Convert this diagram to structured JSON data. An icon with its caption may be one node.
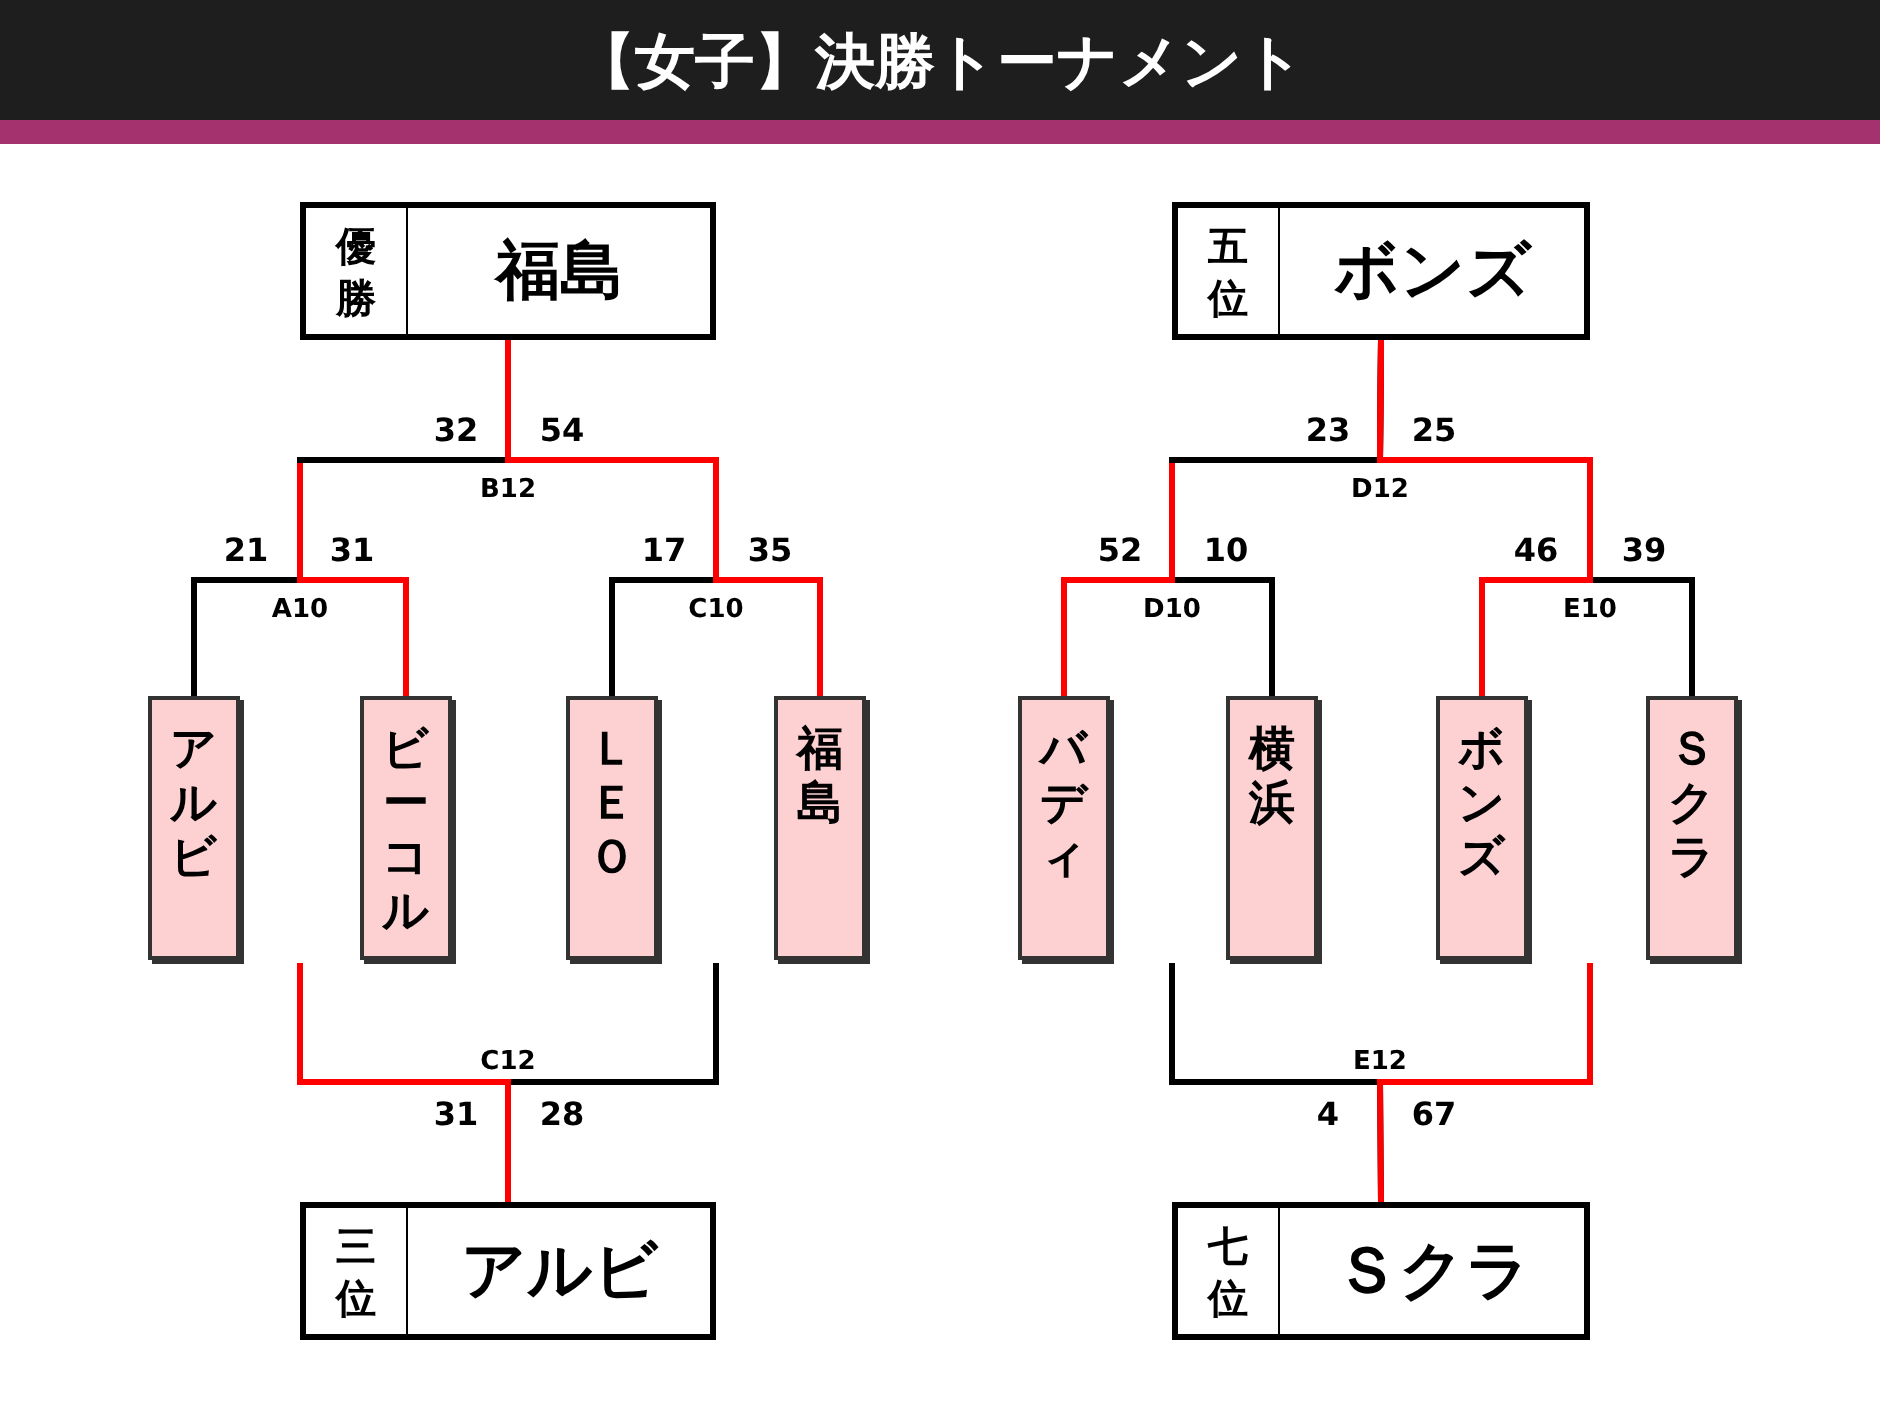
{
  "diagram": {
    "title": "【女子】決勝トーナメント",
    "nodes": [
      {
        "text": [
          "優勝",
          "福島"
        ]
      },
      {
        "text": [
          "五位",
          "ボンズ"
        ]
      },
      {
        "text": [
          "アルビ"
        ]
      },
      {
        "text": [
          "ビーコル"
        ]
      },
      {
        "text": [
          "ＬＥＯ"
        ]
      },
      {
        "text": [
          "福島"
        ]
      },
      {
        "text": [
          "バディ"
        ]
      },
      {
        "text": [
          "横浜"
        ]
      },
      {
        "text": [
          "ボンズ"
        ]
      },
      {
        "text": [
          "Ｓクラ"
        ]
      },
      {
        "text": [
          "三位",
          "アルビ"
        ]
      },
      {
        "text": [
          "七位",
          "Ｓクラ"
        ]
      }
    ],
    "edges": [
      {
        "from": 2,
        "to": 0,
        "arrow": "none"
      },
      {
        "from": 3,
        "to": 0,
        "arrow": "none",
        "color": "#ff0000"
      },
      {
        "from": 4,
        "to": 0,
        "arrow": "none"
      },
      {
        "from": 5,
        "to": 0,
        "arrow": "none",
        "color": "#ff0000"
      },
      {
        "from": 6,
        "to": 1,
        "arrow": "none",
        "color": "#ff0000"
      },
      {
        "from": 7,
        "to": 1,
        "arrow": "none"
      },
      {
        "from": 8,
        "to": 1,
        "arrow": "none",
        "color": "#ff0000"
      },
      {
        "from": 9,
        "to": 1,
        "arrow": "none"
      },
      {
        "from": null,
        "to": 10,
        "arrow": "none",
        "color": "#ff0000"
      },
      {
        "from": null,
        "to": 10,
        "arrow": "none"
      },
      {
        "from": null,
        "to": 11,
        "arrow": "none"
      },
      {
        "from": null,
        "to": 11,
        "arrow": "none",
        "color": "#ff0000"
      }
    ],
    "labels": [
      "32",
      "54",
      "23",
      "25",
      "B12",
      "D12",
      "21",
      "31",
      "17",
      "35",
      "52",
      "10",
      "46",
      "39",
      "A10",
      "C10",
      "D10",
      "E10",
      "C12",
      "E12",
      "31",
      "28",
      "4",
      "67"
    ]
  }
}
